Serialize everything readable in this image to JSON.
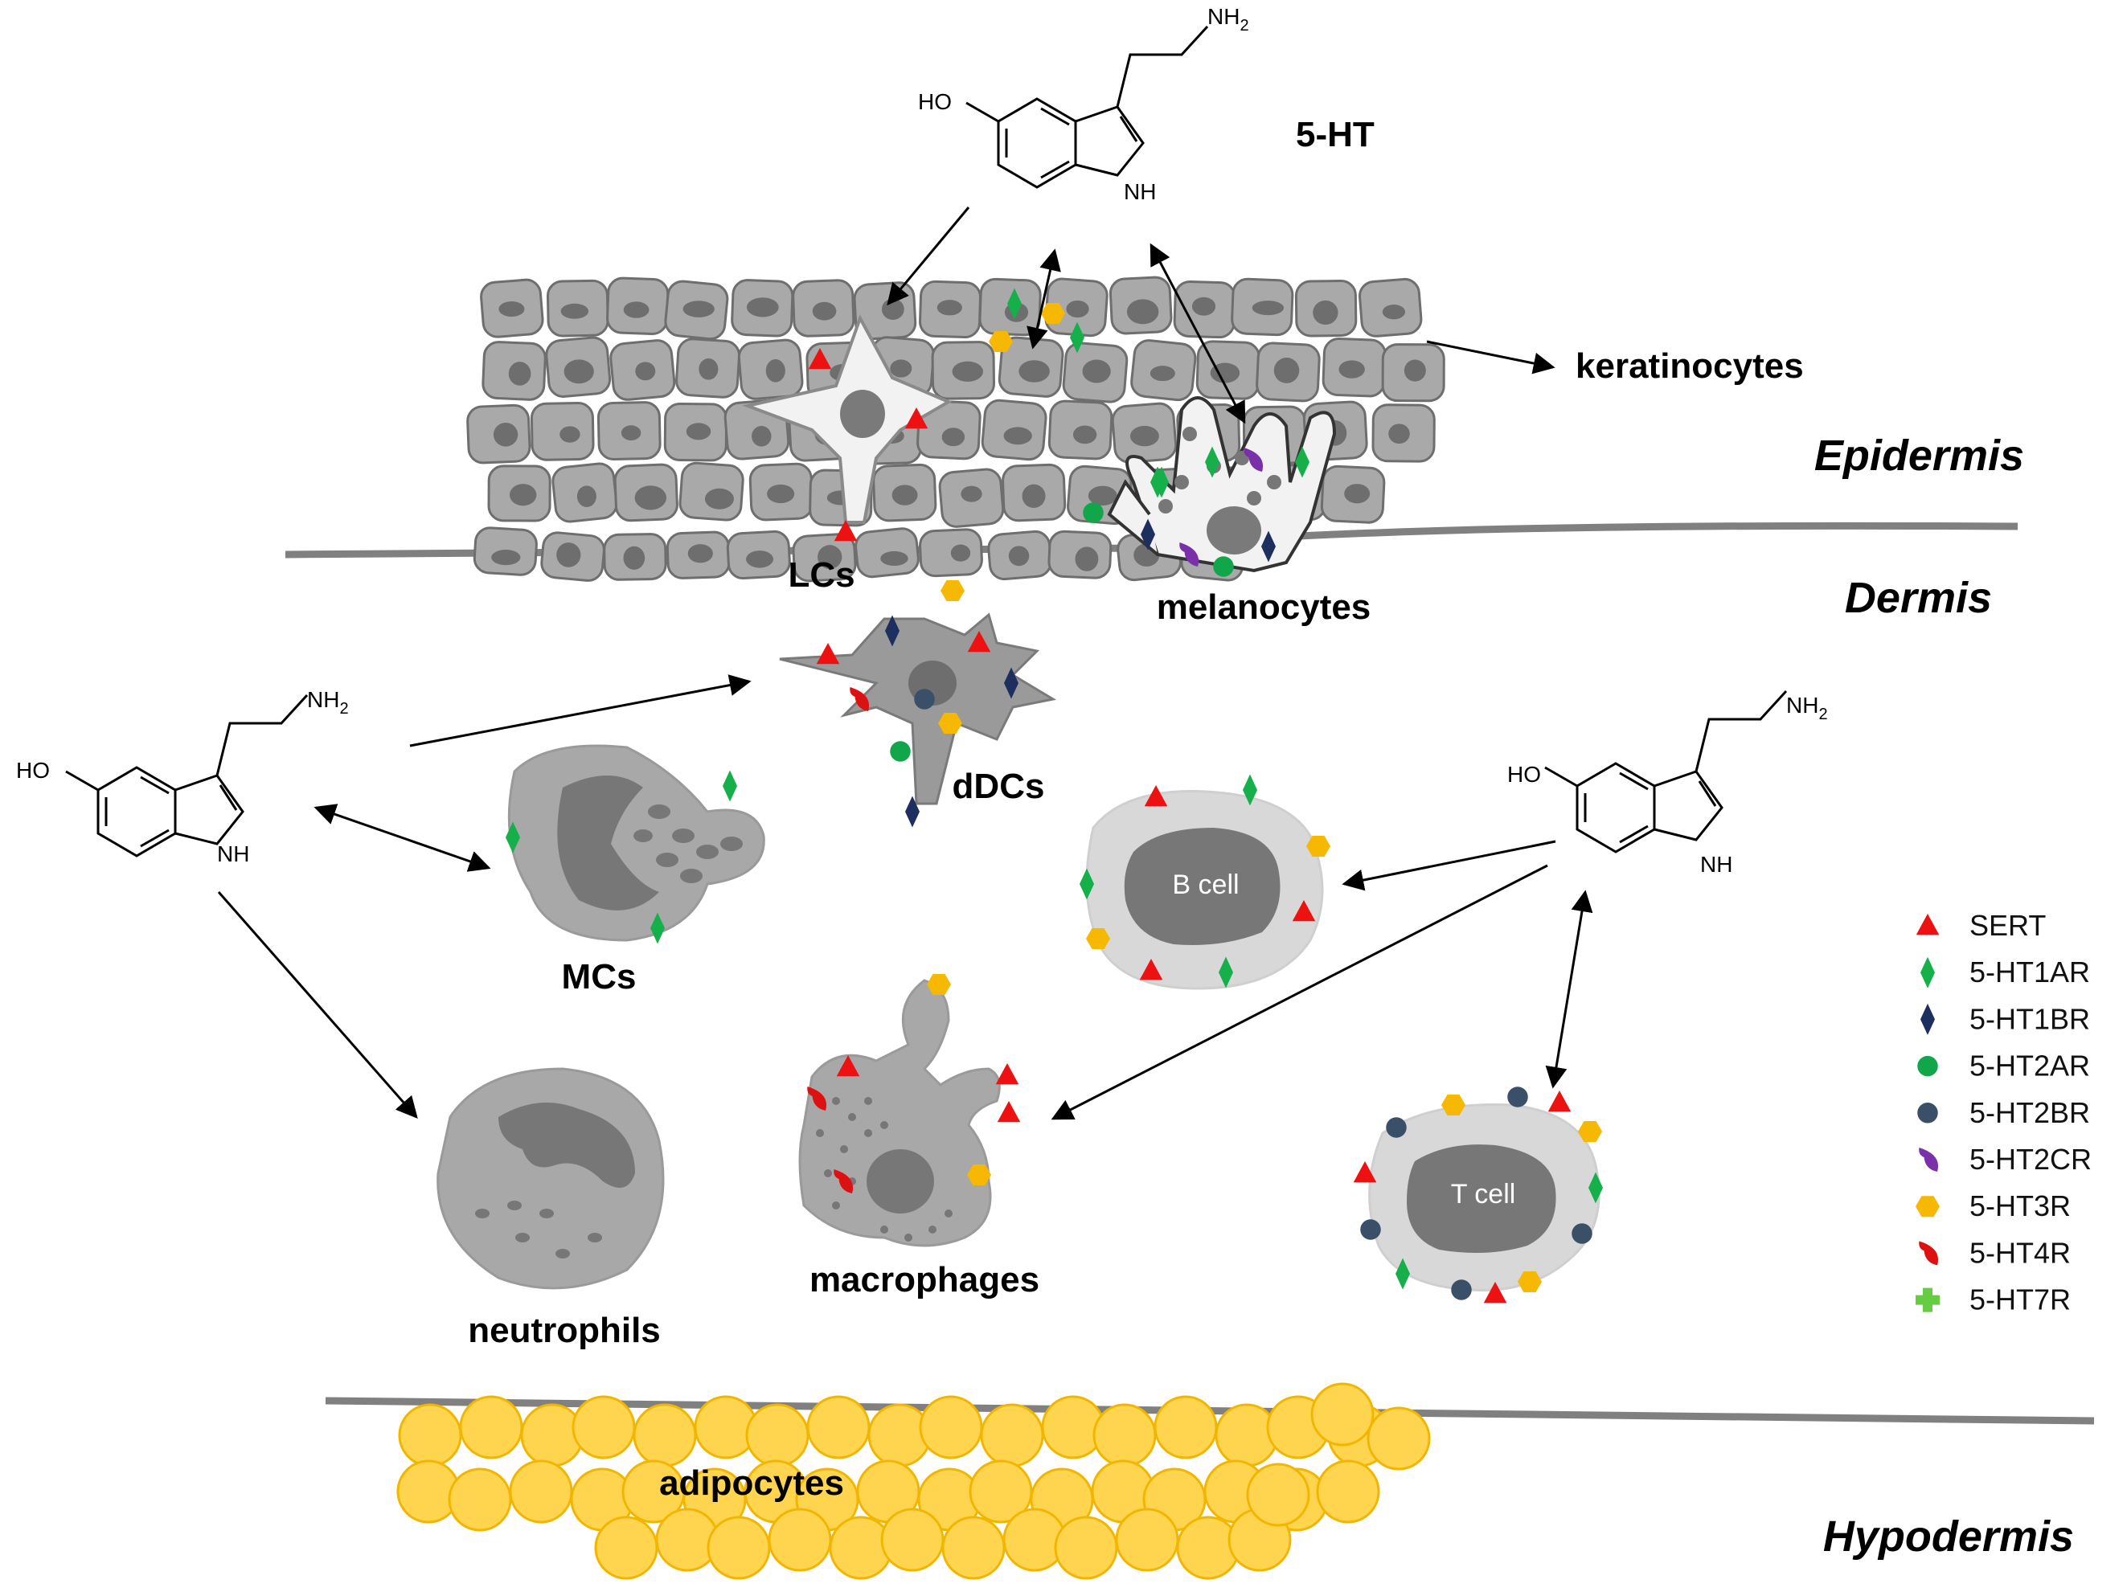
{
  "labels": {
    "serotonin": "5-HT",
    "keratinocytes": "keratinocytes",
    "lcs": "LCs",
    "melanocytes": "melanocytes",
    "ddcs": "dDCs",
    "mcs": "MCs",
    "neutrophils": "neutrophils",
    "macrophages": "macrophages",
    "b_cell": "B cell",
    "t_cell": "T cell",
    "adipocytes": "adipocytes"
  },
  "layers": {
    "epidermis": "Epidermis",
    "dermis": "Dermis",
    "hypodermis": "Hypodermis"
  },
  "molecule": {
    "hydroxyl": "HO",
    "amine": "NH",
    "amine_sub": "2",
    "ring_nh": "NH"
  },
  "legend": {
    "items": [
      {
        "label": "SERT",
        "shape": "triangle",
        "color": "#ee1111"
      },
      {
        "label": "5-HT1AR",
        "shape": "diamond",
        "color": "#15b04a"
      },
      {
        "label": "5-HT1BR",
        "shape": "diamond",
        "color": "#1c2f5e"
      },
      {
        "label": "5-HT2AR",
        "shape": "circle",
        "color": "#11a64a"
      },
      {
        "label": "5-HT2BR",
        "shape": "circle",
        "color": "#3a4f68"
      },
      {
        "label": "5-HT2CR",
        "shape": "crescent",
        "color": "#7a30a8"
      },
      {
        "label": "5-HT3R",
        "shape": "hexagon",
        "color": "#f6b800"
      },
      {
        "label": "5-HT4R",
        "shape": "crescent",
        "color": "#dd1111"
      },
      {
        "label": "5-HT7R",
        "shape": "cross",
        "color": "#66cc44"
      }
    ]
  },
  "colors": {
    "cell_gray": "#a9a9a9",
    "nucleus_gray": "#777777",
    "light_cell": "#d8d8d8",
    "adipocyte": "#ffd54f",
    "adipocyte_stroke": "#f2b600",
    "membrane": "#808080"
  }
}
